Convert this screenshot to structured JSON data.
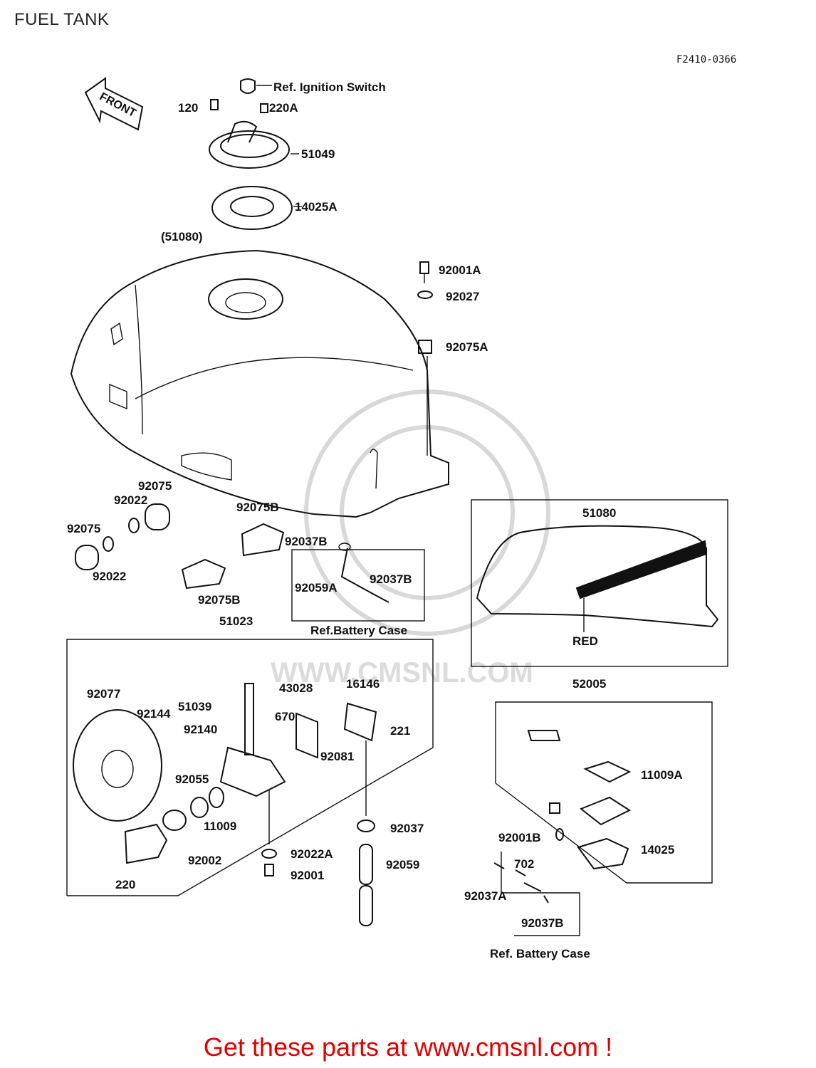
{
  "page": {
    "title": "FUEL TANK",
    "diagram_code": "F2410-0366"
  },
  "front_arrow": "FRONT",
  "labels": {
    "ref_ignition": "Ref. Ignition Switch",
    "p120": "120",
    "p220A": "220A",
    "p51049": "51049",
    "p14025A": "14025A",
    "p51080_ref": "(51080)",
    "p92001A": "92001A",
    "p92027": "92027",
    "p92075A": "92075A",
    "p92075_a": "92075",
    "p92022_a": "92022",
    "p92075_b": "92075",
    "p92022_b": "92022",
    "p92075B_a": "92075B",
    "p92075B_b": "92075B",
    "p92037B_a": "92037B",
    "p92059A": "92059A",
    "p92037B_b": "92037B",
    "ref_battery_1": "Ref.Battery Case",
    "p51080": "51080",
    "red": "RED",
    "p51023": "51023",
    "p92077": "92077",
    "p92144": "92144",
    "p51039": "51039",
    "p92140": "92140",
    "p43028": "43028",
    "p670": "670",
    "p16146": "16146",
    "p221": "221",
    "p92081": "92081",
    "p92055": "92055",
    "p11009": "11009",
    "p92002": "92002",
    "p220": "220",
    "p92022A": "92022A",
    "p92001": "92001",
    "p92037": "92037",
    "p92059": "92059",
    "p52005": "52005",
    "p11009A": "11009A",
    "p92001B": "92001B",
    "p14025": "14025",
    "p702": "702",
    "p92037A": "92037A",
    "p92037B_c": "92037B",
    "ref_battery_2": "Ref. Battery Case"
  },
  "watermark": "WWW.CMSNL.COM",
  "footer": "Get these parts at www.cmsnl.com !"
}
